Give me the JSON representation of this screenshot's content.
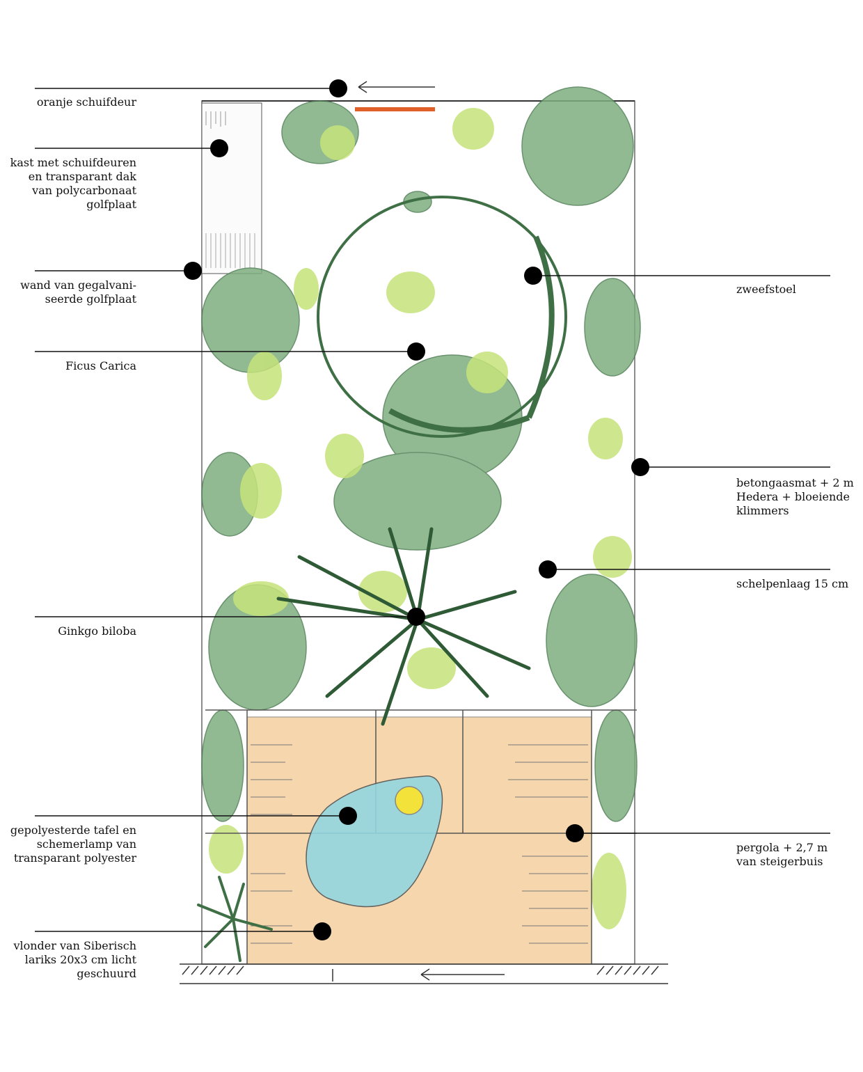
{
  "colors": {
    "foliage": "#7fae7f",
    "foliage_dark": "#3f6f45",
    "lime": "#c5e37a",
    "deck": "#f3cf9f",
    "pond": "#93d6df",
    "door": "#e0602a",
    "dot": "#000000",
    "line": "#111111"
  },
  "labels": {
    "oranje_schuifdeur": "oranje schuifdeur",
    "kast_1": "kast met schuifdeuren",
    "kast_2": "en transparant dak",
    "kast_3": "van polycarbonaat",
    "kast_4": "golfplaat",
    "wand_1": "wand van gegalvani-",
    "wand_2": "seerde golfplaat",
    "ficus": "Ficus Carica",
    "ginkgo": "Ginkgo biloba",
    "tafel_1": "gepolyesterde tafel en",
    "tafel_2": "schemerlamp van",
    "tafel_3": "transparant polyester",
    "vlonder_1": "vlonder van Siberisch",
    "vlonder_2": "lariks 20x3 cm licht",
    "vlonder_3": "geschuurd",
    "zweefstoel": "zweefstoel",
    "beton_1": "betongaasmat + 2 m",
    "beton_2": "Hedera + bloeiende",
    "beton_3": "klimmers",
    "schelpen": "schelpenlaag 15 cm",
    "pergola_1": "pergola + 2,7 m",
    "pergola_2": "van steigerbuis"
  }
}
